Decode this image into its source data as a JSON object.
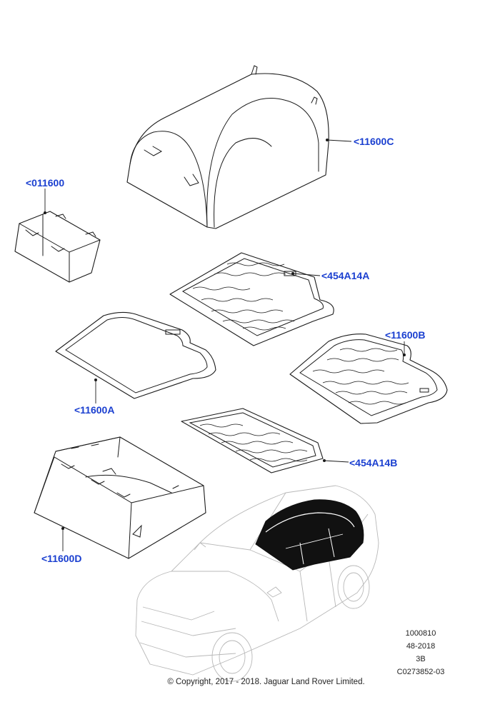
{
  "callouts": {
    "c1": "<11600C",
    "c2": "<011600",
    "c3": "<454A14A",
    "c4": "<11600B",
    "c5": "<11600A",
    "c6": "<454A14B",
    "c7": "<11600D"
  },
  "reference": {
    "number": "1000810",
    "date": "48-2018",
    "revision": "3B",
    "code": "C0273852-03"
  },
  "copyright": "© Copyright, 2017 - 2018. Jaguar Land Rover Limited.",
  "colors": {
    "callout": "#1a3fd0",
    "line": "#1a1a1a",
    "vehicle": "#b8b8b8"
  }
}
